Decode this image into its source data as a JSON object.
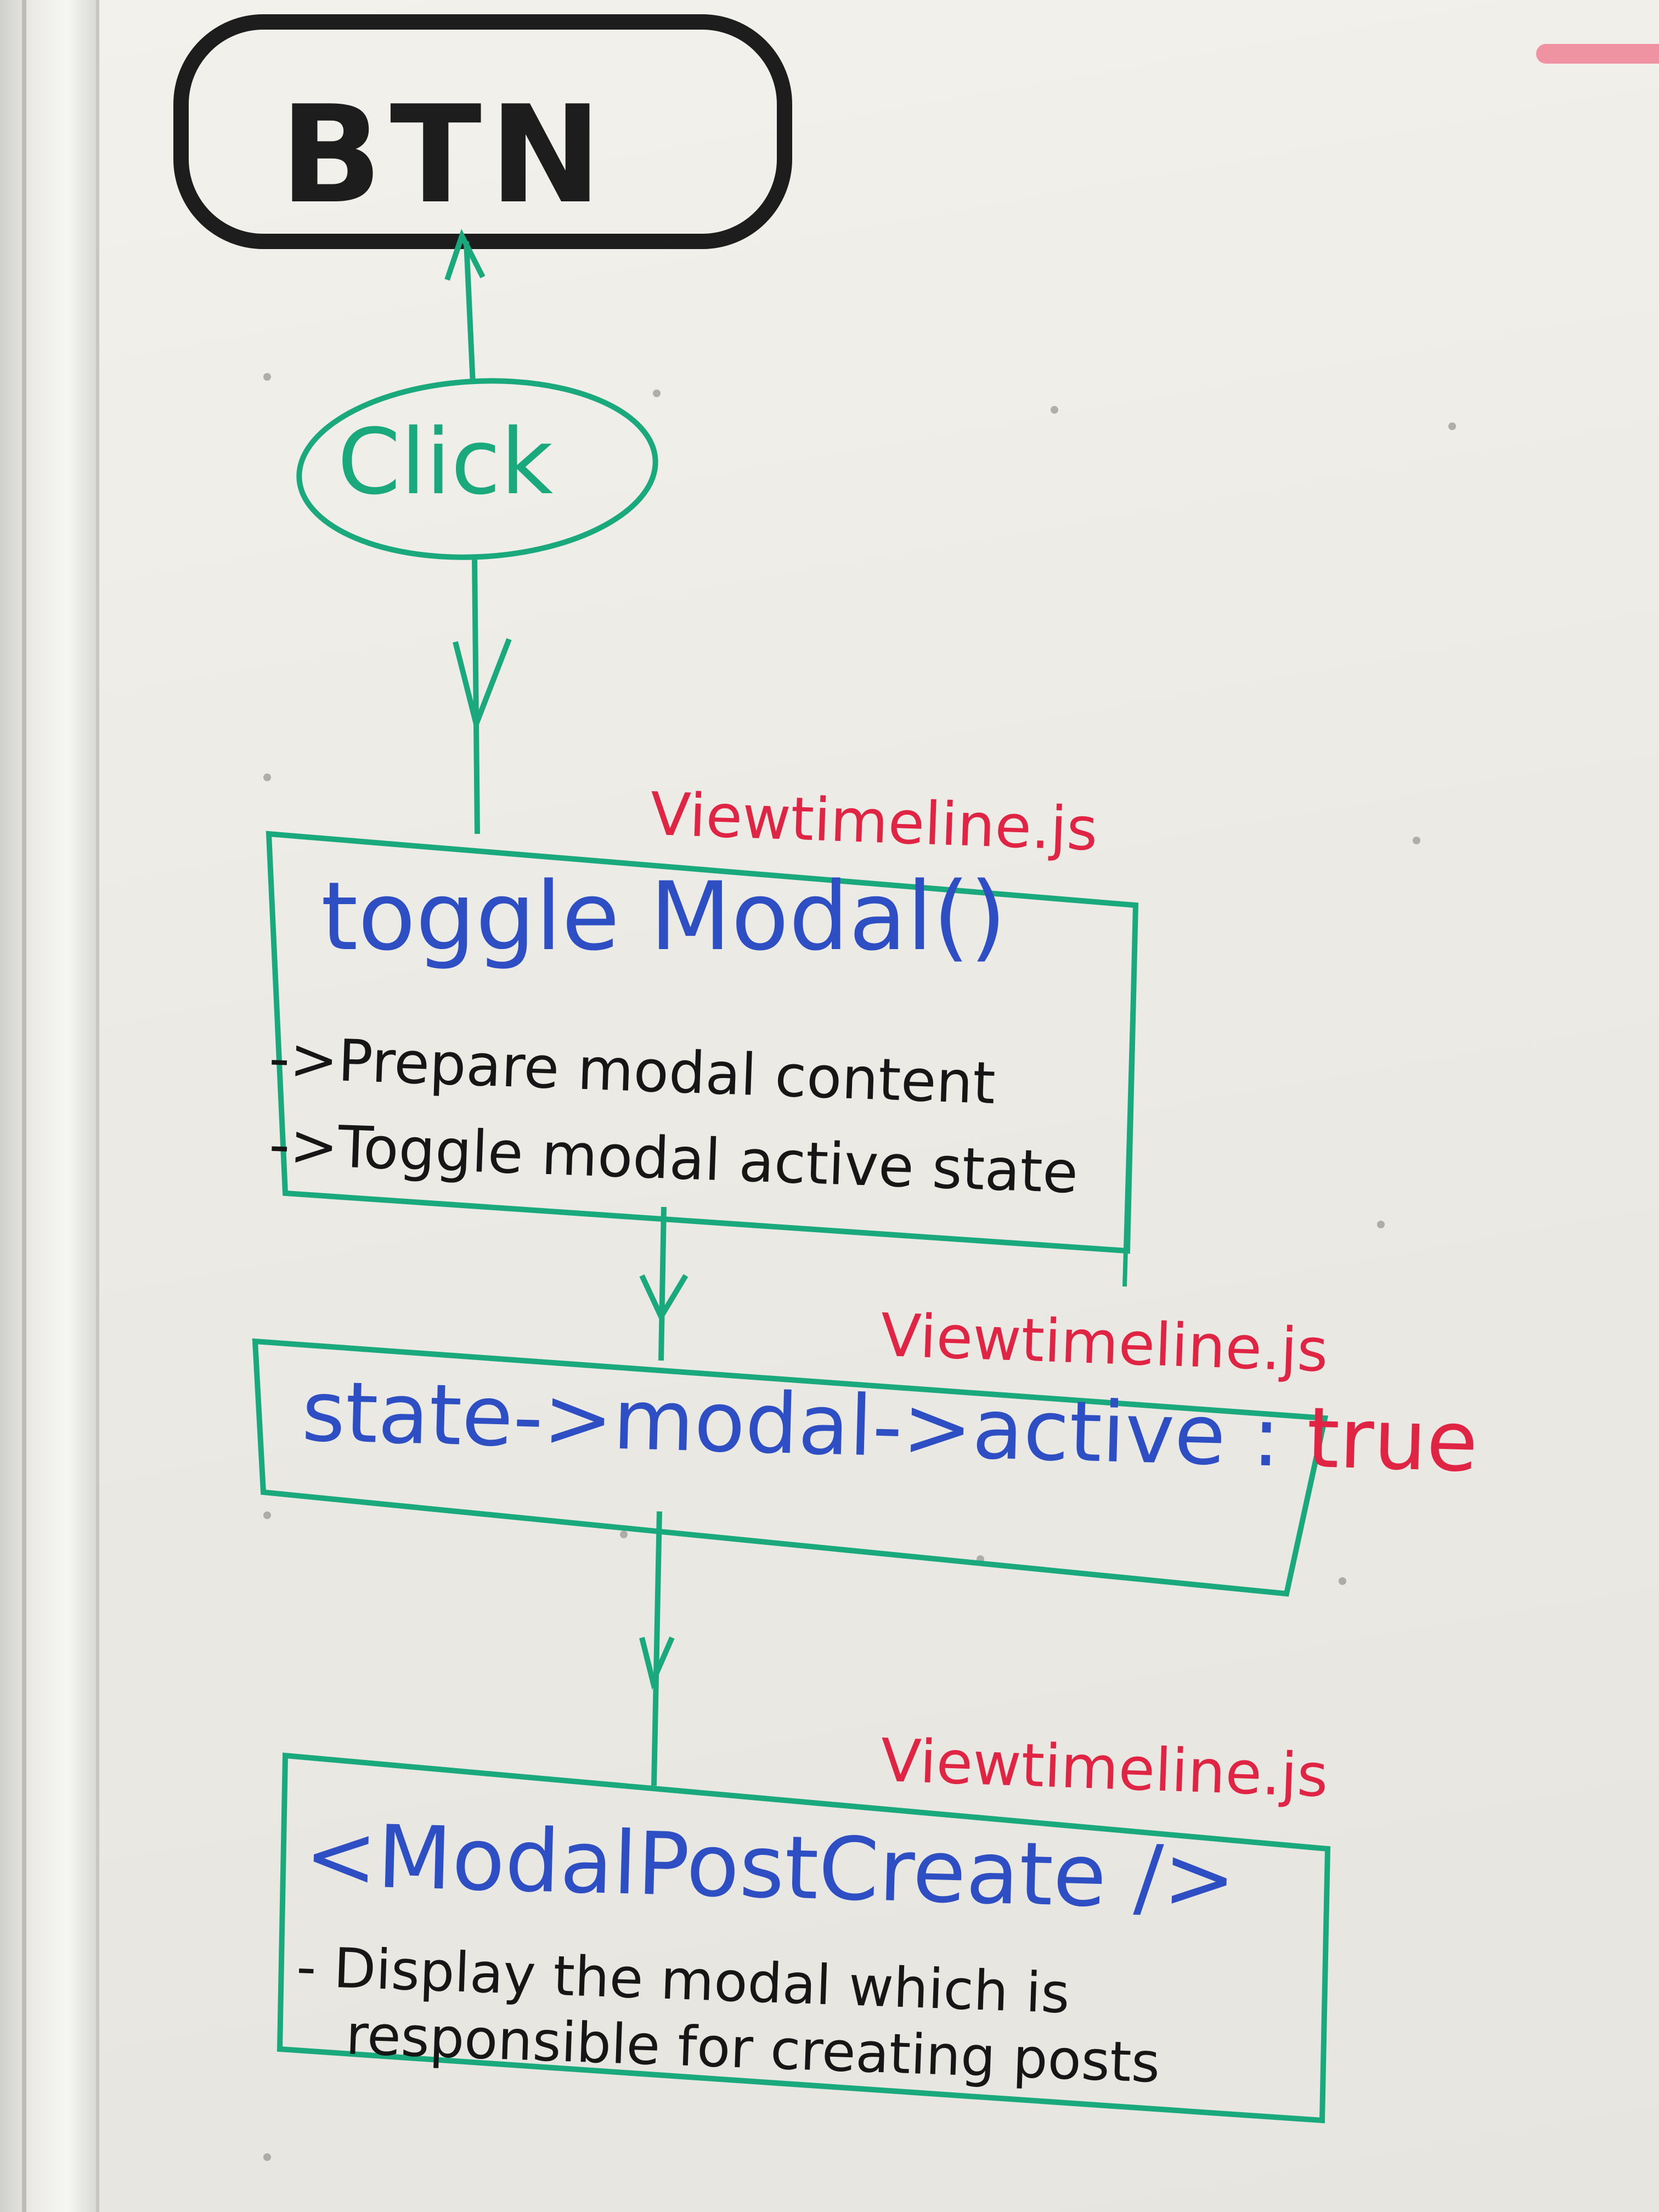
{
  "nodes": {
    "btn": {
      "label": "BTN"
    },
    "click": {
      "label": "Click"
    },
    "toggle_modal": {
      "file": "Viewtimeline.js",
      "title": "toggle Modal()",
      "notes": [
        "->Prepare modal content",
        "->Toggle modal active state"
      ]
    },
    "state": {
      "file": "Viewtimeline.js",
      "expression": "state->modal->active :",
      "value": "true"
    },
    "modal_post_create": {
      "file": "Viewtimeline.js",
      "title": "<ModalPostCreate />",
      "note_line1": "- Display the modal which is",
      "note_line2": "responsible for creating posts"
    }
  },
  "colors": {
    "black_marker": "#1d1d1d",
    "green_marker": "#1aa87d",
    "blue_marker": "#2e4fc4",
    "red_marker": "#e02544"
  }
}
